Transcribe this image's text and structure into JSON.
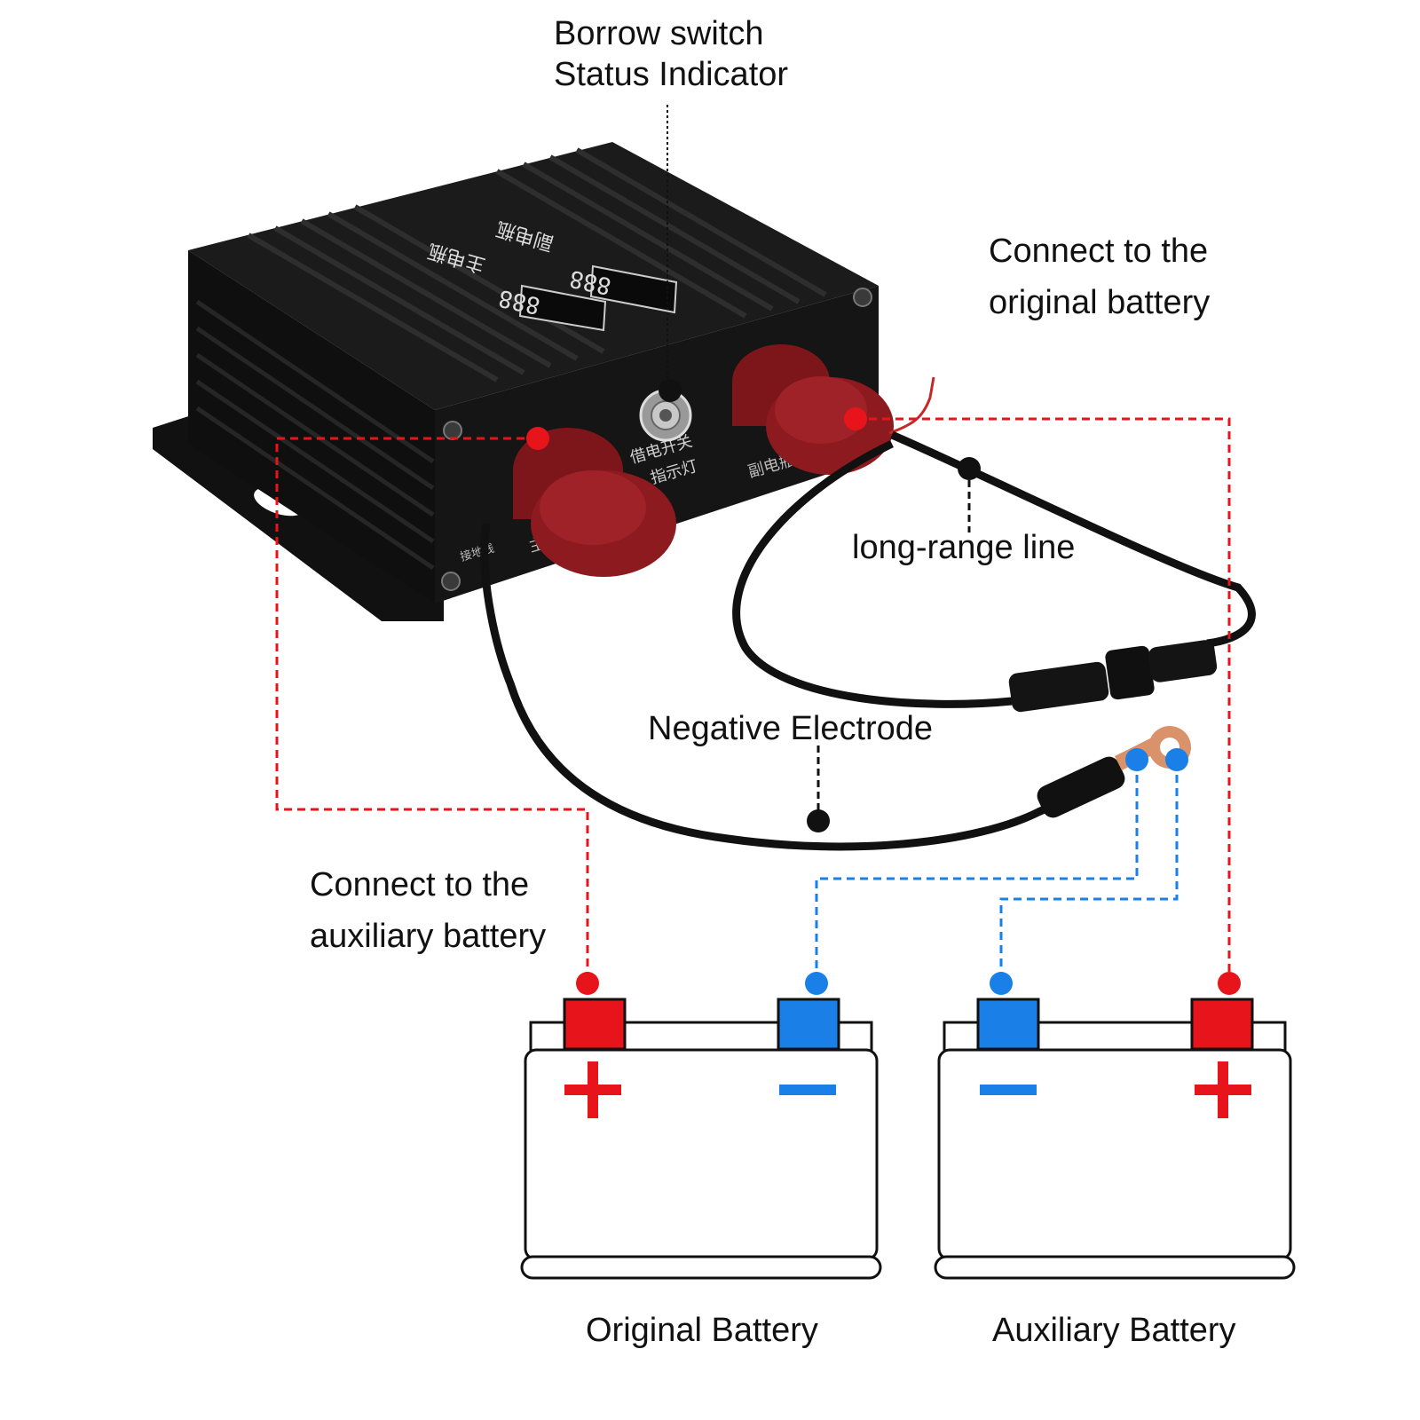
{
  "labels": {
    "indicator_line1": "Borrow switch",
    "indicator_line2": "Status Indicator",
    "original_connect_line1": "Connect to the",
    "original_connect_line2": "original battery",
    "long_range": "long-range line",
    "negative": "Negative Electrode",
    "aux_connect_line1": "Connect to the",
    "aux_connect_line2": "auxiliary battery"
  },
  "batteries": [
    {
      "name": "Original Battery",
      "left_symbol": "+",
      "right_symbol": "−"
    },
    {
      "name": "Auxiliary Battery",
      "left_symbol": "−",
      "right_symbol": "+"
    }
  ],
  "device": {
    "top_label_1": "副电瓶",
    "top_label_2": "主电瓶",
    "display_1": "888",
    "display_2": "888",
    "front_label_switch": "借电开关",
    "front_label_indicator": "指示灯",
    "front_label_main": "主电瓶",
    "front_label_aux": "副电瓶",
    "front_label_ground": "接地线"
  },
  "colors": {
    "positive": "#e8141c",
    "negative": "#1a7fe6",
    "callout": "#111111",
    "terminal_cap": "#8c1a1f",
    "device_body": "#161616"
  }
}
